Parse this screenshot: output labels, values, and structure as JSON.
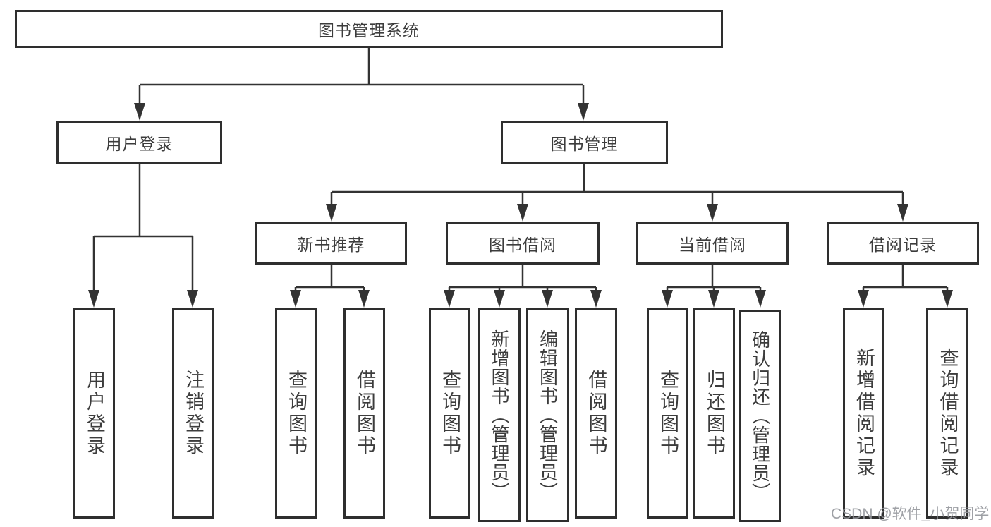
{
  "colors": {
    "line": "#333333",
    "box_border": "#2e2e2e",
    "text": "#3c3c3c",
    "watermark": "#96969b",
    "background": "#ffffff"
  },
  "tree": {
    "root": "图书管理系统",
    "branches": [
      {
        "label": "用户登录",
        "children": [
          "用户登录",
          "注销登录"
        ]
      },
      {
        "label": "图书管理",
        "children": [
          {
            "label": "新书推荐",
            "children": [
              "查询图书",
              "借阅图书"
            ]
          },
          {
            "label": "图书借阅",
            "children": [
              "查询图书",
              "新增图书（管理员）",
              "编辑图书（管理员）",
              "借阅图书"
            ]
          },
          {
            "label": "当前借阅",
            "children": [
              "查询图书",
              "归还图书",
              "确认归还（管理员）"
            ]
          },
          {
            "label": "借阅记录",
            "children": [
              "新增借阅记录",
              "查询借阅记录"
            ]
          }
        ]
      }
    ]
  },
  "watermark": {
    "text": "CSDN @软件_小贺同学"
  }
}
